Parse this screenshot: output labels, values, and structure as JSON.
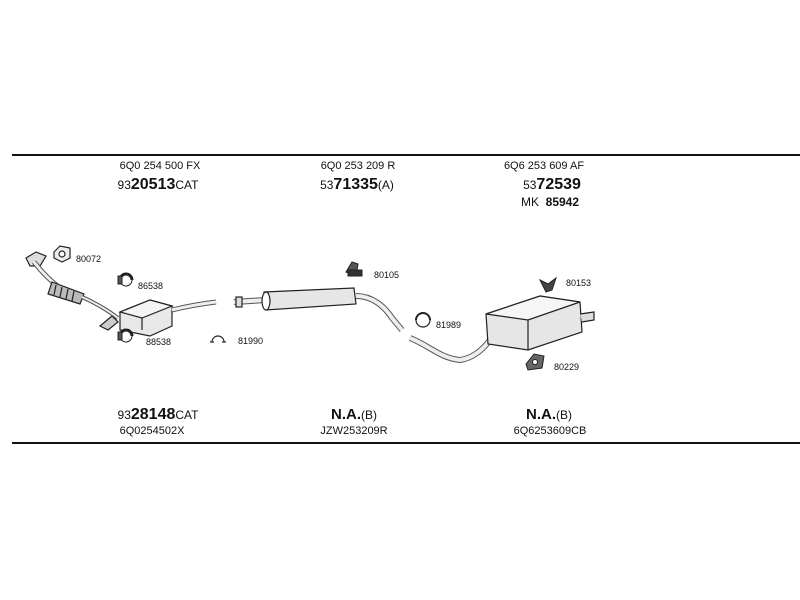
{
  "columns": [
    {
      "oe_top": "6Q0 254 500 FX",
      "pn_top": {
        "prefix": "93",
        "bold": "20513",
        "suffix": "CAT"
      },
      "pn_bottom": {
        "prefix": "93",
        "bold": "28148",
        "suffix": "CAT"
      },
      "oe_bottom": "6Q0254502X"
    },
    {
      "oe_top": "6Q0 253 209 R",
      "pn_top": {
        "prefix": "53",
        "bold": "71335",
        "suffix": "(A)"
      },
      "pn_bottom": {
        "prefix": "",
        "bold": "N.A.",
        "suffix": "(B)"
      },
      "oe_bottom": "JZW253209R"
    },
    {
      "oe_top": "6Q6 253 609 AF",
      "pn_top": {
        "prefix": "53",
        "bold": "72539",
        "suffix": ""
      },
      "mk": {
        "prefix": "MK",
        "bold": "85942"
      },
      "pn_bottom": {
        "prefix": "",
        "bold": "N.A.",
        "suffix": "(B)"
      },
      "oe_bottom": "6Q6253609CB"
    }
  ],
  "components": {
    "c80072": "80072",
    "c86538": "86538",
    "c88538": "88538",
    "c81990": "81990",
    "c80105": "80105",
    "c81989": "81989",
    "c80153": "80153",
    "c80229": "80229"
  }
}
